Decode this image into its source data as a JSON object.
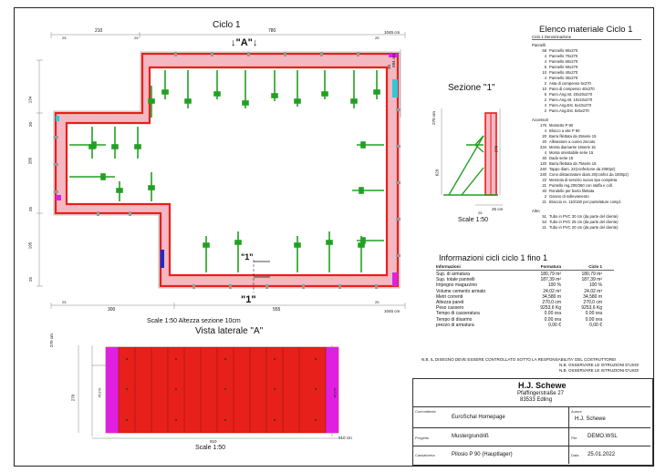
{
  "drawing": {
    "title": "Ciclo 1",
    "view_a_label": "↓\"A\"↓",
    "section_1_label": "\"1\"",
    "section_1_top_label": "\"1\"",
    "scale_text": "Scale 1:50   Altezza sezione 10cm",
    "lateral_view_title": "Vista laterale \"A\"",
    "lateral_scale": "Scale 1:50",
    "dim_top": [
      "210",
      "780"
    ],
    "dim_top_small": [
      "25",
      "25",
      "25"
    ],
    "dim_bottom": [
      "300",
      "555",
      "25",
      "25"
    ],
    "dim_right_top": "1045 cm",
    "dim_right_bottom": "1045 cm",
    "dim_left": [
      "134",
      "20",
      "285",
      "25",
      "195",
      "25"
    ],
    "dim_right_side": [
      "30",
      "684 cm"
    ],
    "lateral_dims": {
      "width": "910",
      "end": "910 cm",
      "height_left": "270 cm",
      "height": "270",
      "left_small": "45 270",
      "right_small": "45 270"
    }
  },
  "section": {
    "title": "Sezione \"1\"",
    "scale": "Scale 1:50",
    "dims": {
      "h1": "270 cm",
      "h2": "270",
      "h3": "629",
      "b1": "25 cm",
      "b2": "25"
    }
  },
  "materials": {
    "title": "Elenco materiale  Ciclo 1",
    "header": "Ciclo 1  Denominazione",
    "groups": [
      {
        "name": "Pannelli",
        "items": [
          {
            "q": "58",
            "d": "Pannello 90x270"
          },
          {
            "q": "4",
            "d": "Pannello 70x270"
          },
          {
            "q": "4",
            "d": "Pannello 60x270"
          },
          {
            "q": "5",
            "d": "Pannello 50x270"
          },
          {
            "q": "10",
            "d": "Pannello 40x270"
          },
          {
            "q": "4",
            "d": "Pannello 30x270"
          },
          {
            "q": "2",
            "d": "Asta di compenso 5x270"
          },
          {
            "q": "10",
            "d": "Pano di compenso 40x270"
          },
          {
            "q": "5",
            "d": "Pann.Ang.Int. 20x20x270"
          },
          {
            "q": "2",
            "d": "Pann.Ang.Int. 10x10x270"
          },
          {
            "q": "4",
            "d": "Pann.Ang.Est. 5x10x270"
          },
          {
            "q": "2",
            "d": "Pann.Ang.Est. 5x5x270"
          }
        ]
      },
      {
        "name": "Accessori",
        "items": [
          {
            "q": "176",
            "d": "Morsetto P 90"
          },
          {
            "q": "4",
            "d": "Blocco a vite P 90"
          },
          {
            "q": "20",
            "d": "Barra filettata da 25serie 15"
          },
          {
            "q": "20",
            "d": "Allineatore a cuneo zincato"
          },
          {
            "q": "234",
            "d": "Morsa diamante 15serie 15"
          },
          {
            "q": "4",
            "d": "Morsa orientabile serie 15"
          },
          {
            "q": "40",
            "d": "Dado serie 15"
          },
          {
            "q": "120",
            "d": "Barra filettata da 75serie 15"
          },
          {
            "q": "240",
            "d": "Tappo diam. 22(confezione da 2000pz)"
          },
          {
            "q": "240",
            "d": "Cono distanziatore diam.20(confez.da 1000pz)"
          },
          {
            "q": "22",
            "d": "Mensola di servizio nuovo tipo completa"
          },
          {
            "q": "21",
            "d": "Puntello reg.200/360 con staffa e coll."
          },
          {
            "q": "40",
            "d": "Rondelle per barra filettata"
          },
          {
            "q": "2",
            "d": "Gancio di sollevamento"
          },
          {
            "q": "21",
            "d": "Braccio re. 110/150 per puntelature compl."
          }
        ]
      },
      {
        "name": "Altro",
        "items": [
          {
            "q": "51",
            "d": "Tubo in PVC 30 cm (da parte del cliente)"
          },
          {
            "q": "54",
            "d": "Tubo in PVC 25 cm (da parte del cliente)"
          },
          {
            "q": "21",
            "d": "Tubo in PVC 20 cm (da parte del cliente)"
          }
        ]
      }
    ]
  },
  "info": {
    "title": "Informazioni cicli  ciclo 1 fino 1",
    "headers": [
      "Informazioni",
      "Formatura",
      "Ciclo 1"
    ],
    "rows": [
      [
        "Sup. di armatura",
        "180,79 m²",
        "180,79 m²"
      ],
      [
        "Sup. totale pannelli",
        "187,39 m²",
        "187,39 m²"
      ],
      [
        "Impegno magazzino",
        "100 %",
        "100 %"
      ],
      [
        "Volume cemento armato",
        "24,02 m³",
        "24,02 m³"
      ],
      [
        "Metri correnti",
        "34,580 m",
        "34,580 m"
      ],
      [
        "Altezza pareti",
        "270,0 cm",
        "270,0 cm"
      ],
      [
        "Peso cassero",
        "9253,6 Kg",
        "9253,6 Kg"
      ],
      [
        "Tempo di casseratura",
        "0.00 ora",
        "0.00 ora"
      ],
      [
        "Tempo di disarmo",
        "0.00 ora",
        "0.00 ora"
      ],
      [
        "prezzo di armatura",
        "0,00 €",
        "0,00 €"
      ]
    ]
  },
  "notes": [
    "N.B. IL DISEGNO DEVE ESSERE CONTROLLATO SOTTO LA RESPONSABILITA' DEL COSTRUTTORE!",
    "N.B. OSSERVARE LE ISTRUZIONI D'USO!",
    "N.B. OSSERVARE LE ISTRUZIONI D'USO!"
  ],
  "titleblock": {
    "company": "H.J. Schewe",
    "street": "Pfaffingerstraße 27",
    "city": "83533 Edling",
    "cliente_label": "Committente",
    "cliente": "EuroSchal Homepage",
    "autore_label": "Autore",
    "autore": "H.J. Schewe",
    "progetto_label": "Progetto",
    "progetto": "Mustergrundriß",
    "file_label": "File",
    "file": "DEMO.WSL",
    "cassero_label": "Cassaforma",
    "cassero": "Pilosio P 90 (Hauptlager)",
    "data_label": "Data",
    "data": "25.01.2022"
  },
  "colors": {
    "panel_red": "#e8201c",
    "panel_pink": "#f5b5c0",
    "wall_fill": "#f4b8c2",
    "magenta": "#e020e0",
    "brace_green": "#22a022",
    "corner_blue": "#1a2fd0",
    "cyan": "#36c6d6"
  }
}
